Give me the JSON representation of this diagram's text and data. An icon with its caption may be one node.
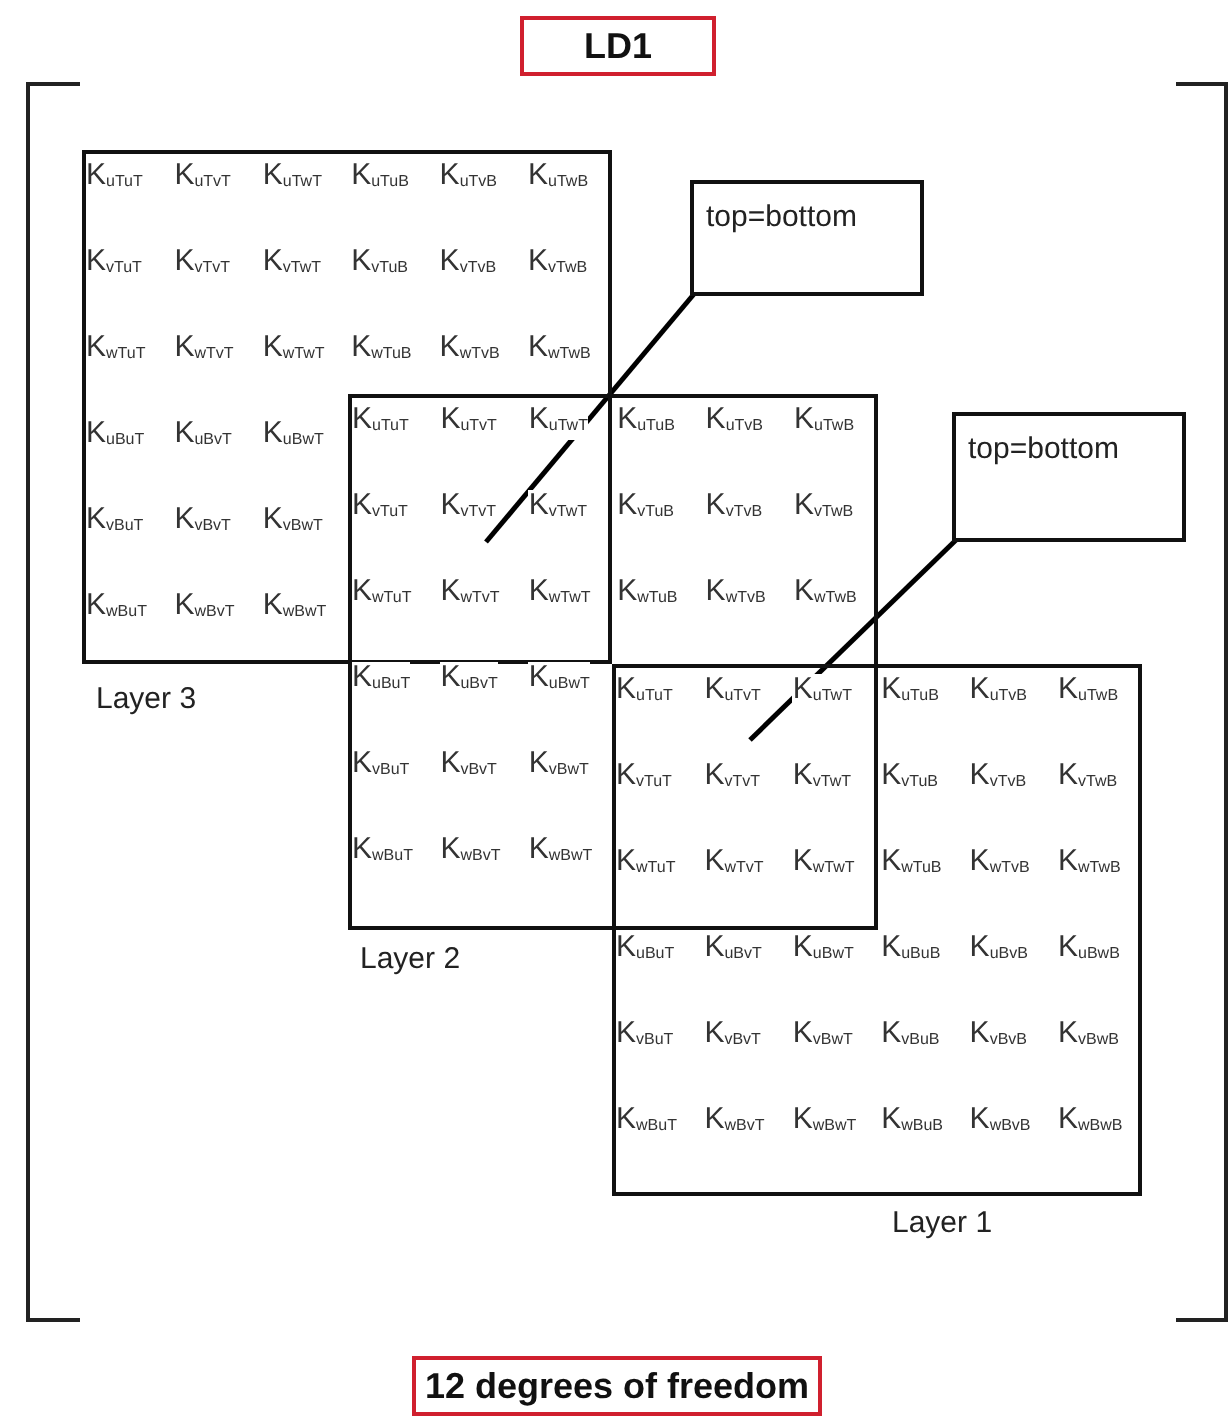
{
  "diagram": {
    "title": "LD1",
    "caption": "12 degrees of freedom",
    "nodes": [
      {
        "text": [
          "Layer 3"
        ]
      },
      {
        "text": [
          "top=bottom"
        ]
      },
      {
        "text": [
          "Layer 2"
        ]
      },
      {
        "text": [
          "top=bottom"
        ]
      },
      {
        "text": [
          "Layer 1"
        ]
      }
    ],
    "edges": [
      {
        "from": 1,
        "to": 0,
        "arrow": "none"
      },
      {
        "from": 3,
        "to": 4,
        "arrow": "none"
      }
    ],
    "labels": [
      "K$_{uTuT}$",
      "K$_{uTvT}$",
      "K$_{uTwT}$",
      "K$_{uTuB}$",
      "K$_{uTvB}$",
      "K$_{uTwB}$",
      "K$_{vTuT}$",
      "K$_{vTvT}$",
      "K$_{vTwT}$",
      "K$_{vTuB}$",
      "K$_{vTvB}$",
      "K$_{vTwB}$",
      "K$_{wTuT}$",
      "K$_{wTvT}$",
      "K$_{wTwT}$",
      "K$_{wTuB}$",
      "K$_{wTvB}$",
      "K$_{wTwB}$",
      "K$_{uBuT}$",
      "K$_{uBvT}$",
      "K$_{uBwT}$",
      "K$_{uTuT}$",
      "K$_{uTvT}$",
      "K$_{uTwT}$",
      "K$_{uTuB}$",
      "K$_{uTvB}$",
      "K$_{uTwB}$",
      "K$_{vBuT}$",
      "K$_{vBvT}$",
      "K$_{vBwT}$",
      "K$_{vTuT}$",
      "K$_{vTvT}$",
      "K$_{vTwT}$",
      "K$_{vTuB}$",
      "K$_{vTvB}$",
      "K$_{vTwB}$",
      "K$_{wBuT}$",
      "K$_{wBvT}$",
      "K$_{wBwT}$",
      "K$_{wTuT}$",
      "K$_{wTvT}$",
      "K$_{wTwT}$",
      "K$_{wTuB}$",
      "K$_{wTvB}$",
      "K$_{wTwB}$",
      "K$_{uBuT}$",
      "K$_{uBvT}$",
      "K$_{uBwT}$",
      "K$_{uTuT}$",
      "K$_{uTvT}$",
      "K$_{uTwT}$",
      "K$_{uTuB}$",
      "K$_{uTvB}$",
      "K$_{uTwB}$",
      "K$_{vBuT}$",
      "K$_{vBvT}$",
      "K$_{vBwT}$",
      "K$_{vTuT}$",
      "K$_{vTvT}$",
      "K$_{vTwT}$",
      "K$_{vTuB}$",
      "K$_{vTvB}$",
      "K$_{vTwB}$",
      "K$_{wBuT}$",
      "K$_{wBvT}$",
      "K$_{wBwT}$",
      "K$_{wTuT}$",
      "K$_{wTvT}$",
      "K$_{wTwT}$",
      "K$_{wTuB}$",
      "K$_{wTvB}$",
      "K$_{wTwB}$",
      "K$_{uBuT}$",
      "K$_{uBvT}$",
      "K$_{uBwT}$",
      "K$_{uBuB}$",
      "K$_{uBvB}$",
      "K$_{uBwB}$",
      "K$_{vBuT}$",
      "K$_{vBvT}$",
      "K$_{vBwT}$",
      "K$_{vBuB}$",
      "K$_{vBvB}$",
      "K$_{vBwB}$",
      "K$_{wBuT}$",
      "K$_{wBvT}$",
      "K$_{wBwT}$",
      "K$_{wBuB}$",
      "K$_{wBvB}$",
      "K$_{wBwB}$"
    ]
  }
}
